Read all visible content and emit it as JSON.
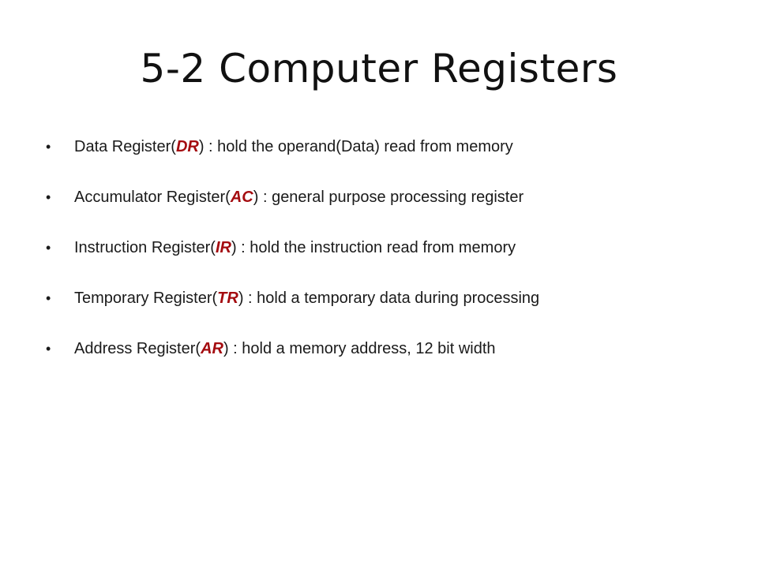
{
  "slide": {
    "title": "5-2  Computer Registers",
    "bullet_glyph": "•",
    "accent_color": "#a40c10",
    "items": [
      {
        "name": "Data Register(",
        "abbr": "DR",
        "desc": ") : hold the operand(Data) read from memory"
      },
      {
        "name": "Accumulator Register(",
        "abbr": "AC",
        "desc": ") : general purpose processing register"
      },
      {
        "name": "Instruction Register(",
        "abbr": "IR",
        "desc": ") : hold the instruction read from memory"
      },
      {
        "name": "Temporary Register(",
        "abbr": "TR",
        "desc": ") : hold a temporary data during processing"
      },
      {
        "name": "Address Register(",
        "abbr": "AR",
        "desc": ") : hold a memory address, 12 bit width"
      }
    ]
  }
}
